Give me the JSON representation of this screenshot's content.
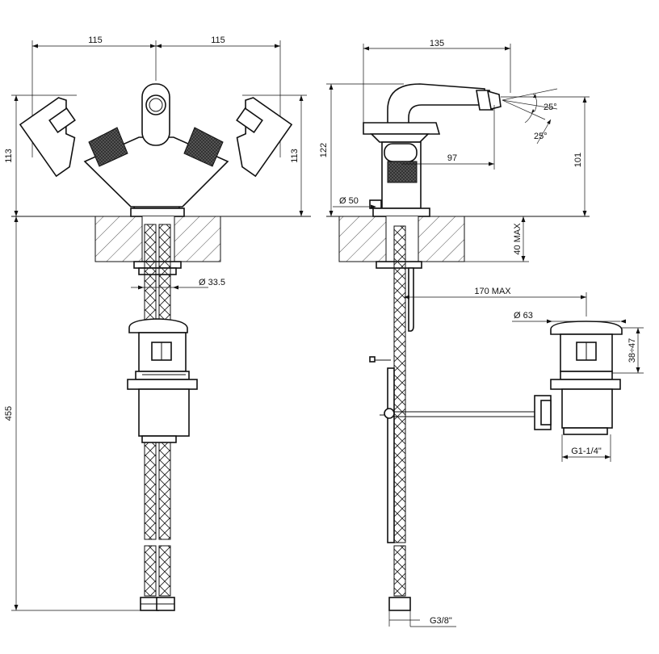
{
  "drawing": {
    "front_view": {
      "dim_left_spread": "115",
      "dim_right_spread": "115",
      "dim_left_height": "113",
      "dim_right_height": "113",
      "dim_total_length": "455",
      "dim_hole_diameter": "Ø 33.5"
    },
    "side_view": {
      "dim_spout_length": "135",
      "dim_total_height": "122",
      "dim_spout_reach": "97",
      "dim_spout_height": "101",
      "dim_base_diameter": "Ø 50",
      "dim_angle_top": "25°",
      "dim_angle_bottom": "25°",
      "dim_deck_thickness": "40 MAX",
      "dim_connection": "G3/8\""
    },
    "waste_view": {
      "dim_rod_reach": "170 MAX",
      "dim_plug_diameter": "Ø 63",
      "dim_plug_height": "38÷47",
      "dim_thread": "G1-1/4\""
    }
  }
}
